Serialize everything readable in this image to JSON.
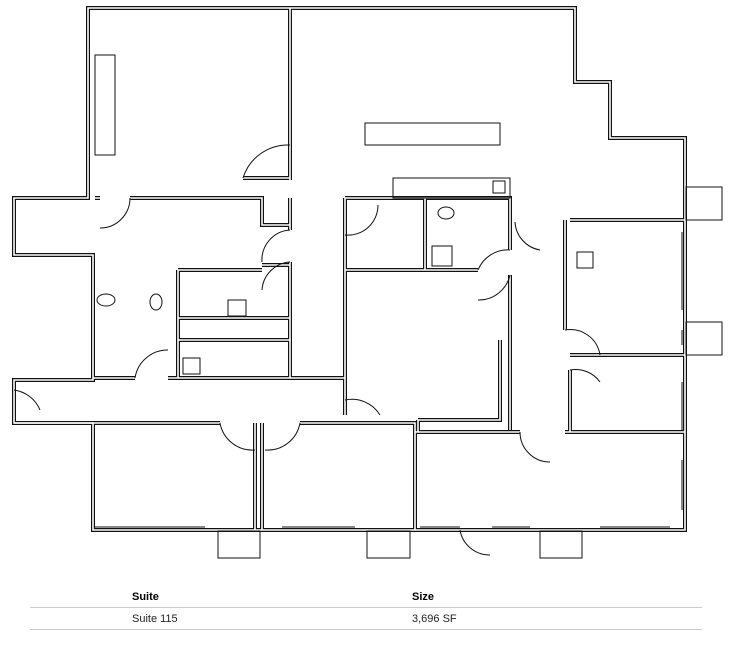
{
  "table": {
    "headers": [
      "Suite",
      "Size"
    ],
    "rows": [
      [
        "Suite 115",
        "3,696 SF"
      ]
    ]
  }
}
